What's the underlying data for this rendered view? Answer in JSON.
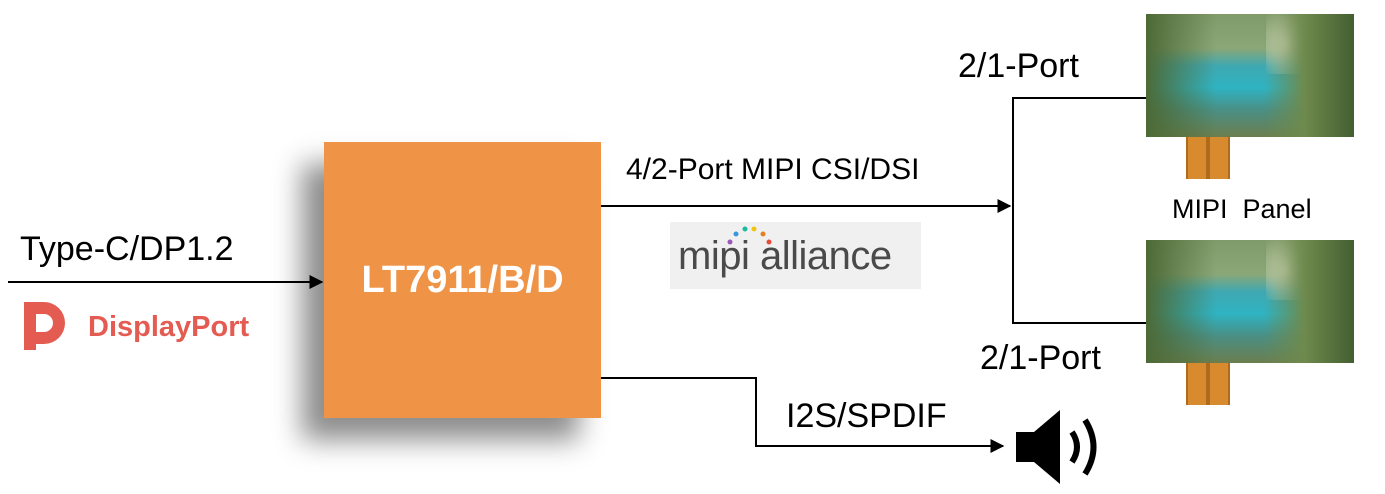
{
  "chip": {
    "label": "LT7911/B/D"
  },
  "input": {
    "label": "Type-C/DP1.2",
    "logo_text": "DisplayPort",
    "logo_color": "#e45b52"
  },
  "mipi_link": {
    "label": "4/2-Port MIPI CSI/DSI",
    "logo_text": "mipi alliance"
  },
  "port_top": {
    "label": "2/1-Port"
  },
  "port_bottom": {
    "label": "2/1-Port"
  },
  "panel": {
    "label": "MIPI  Panel"
  },
  "audio": {
    "label": "I2S/SPDIF",
    "icon": "speaker-icon"
  },
  "colors": {
    "chip": "#ef9346",
    "chip_text": "#ffffff",
    "wire": "#000000",
    "flex": "#d88a2f"
  }
}
